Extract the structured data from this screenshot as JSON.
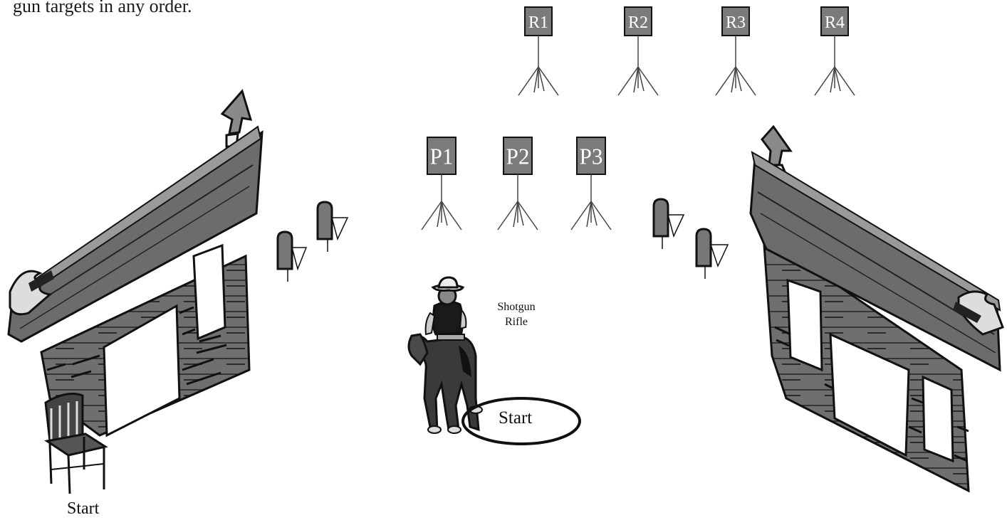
{
  "stage": {
    "caption": "gun targets in any order.",
    "rifle_targets": [
      "R1",
      "R2",
      "R3",
      "R4"
    ],
    "pistol_targets": [
      "P1",
      "P2",
      "P3"
    ],
    "left_start_label": "Start",
    "center_start_label": "Start",
    "gun_labels": {
      "shotgun": "Shotgun",
      "rifle": "Rifle"
    }
  },
  "colors": {
    "target_fill": "#7b7b7b",
    "facade_fill": "#6f6f6f",
    "line": "#111111",
    "background": "#ffffff"
  },
  "icons": [
    "false-front-building-icon",
    "chair-icon",
    "cowboy-on-horse-icon",
    "shotgun-knockdown-target-icon",
    "target-stand-icon"
  ]
}
